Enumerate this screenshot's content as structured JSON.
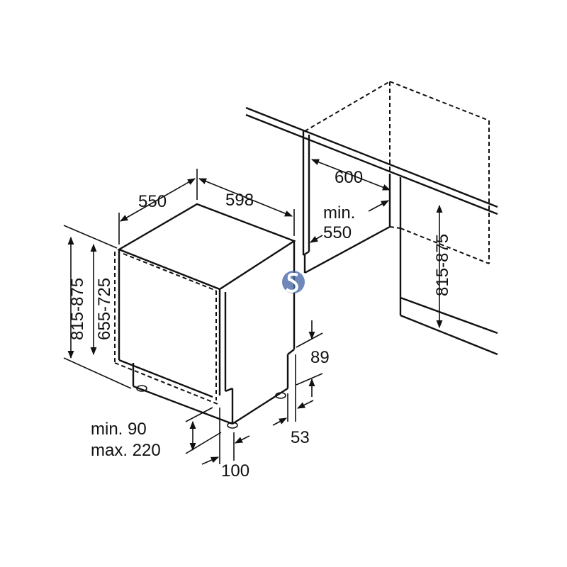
{
  "appliance": {
    "width": "598",
    "depth": "550",
    "height_total": "815-875",
    "height_body": "655-725",
    "plinth_min": "min. 90",
    "plinth_max": "max. 220",
    "foot_offset": "100",
    "side_offset": "53",
    "rear_step": "89"
  },
  "cabinet": {
    "niche_width": "600",
    "niche_depth_label": "min.",
    "niche_depth_value": "550",
    "niche_height": "815-875"
  },
  "watermark": {
    "icon": "s-logo-icon",
    "color": "#4a6aa8"
  }
}
